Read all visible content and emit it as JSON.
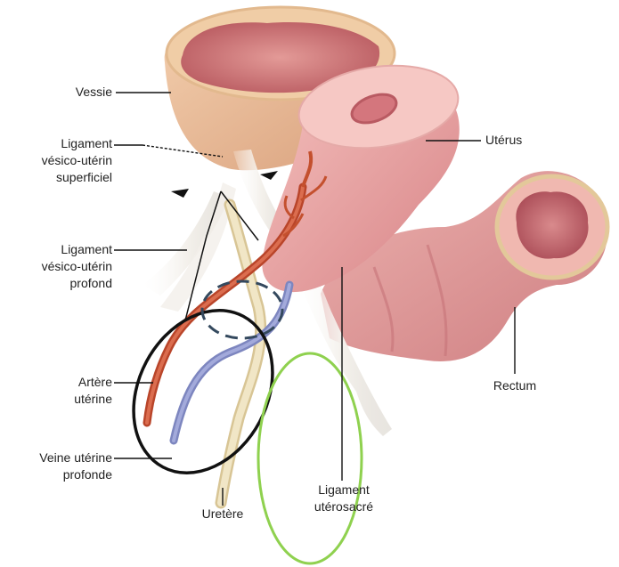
{
  "labels": {
    "vessie": "Vessie",
    "ligament_vu_sup": [
      "Ligament",
      "vésico-utérin",
      "superficiel"
    ],
    "ligament_vu_prof": [
      "Ligament",
      "vésico-utérin",
      "profond"
    ],
    "artere": [
      "Artère",
      "utérine"
    ],
    "veine": [
      "Veine utérine",
      "profonde"
    ],
    "uretere": "Uretère",
    "ligament_us": [
      "Ligament",
      "utérosacré"
    ],
    "uterus": "Utérus",
    "rectum": "Rectum"
  },
  "colors": {
    "bladder": "#e9b894",
    "bladder_inner": "#cf7a7a",
    "uterus": "#e9a0a0",
    "uterus_dark": "#d27f82",
    "rectum": "#dc9a9a",
    "rectum_inner": "#c86c72",
    "artery": "#c4502e",
    "vein": "#8a93c9",
    "ureter": "#ecdcb0",
    "ligament": "#eeeae4",
    "black_circle": "#111111",
    "green_circle": "#8fd14f",
    "dash_circle": "#34495e"
  },
  "annotations": {
    "black_ellipse": "highlight-artery-vein",
    "green_ellipse": "highlight-uterosacral",
    "dashed_ellipse": "highlight-crossing"
  }
}
